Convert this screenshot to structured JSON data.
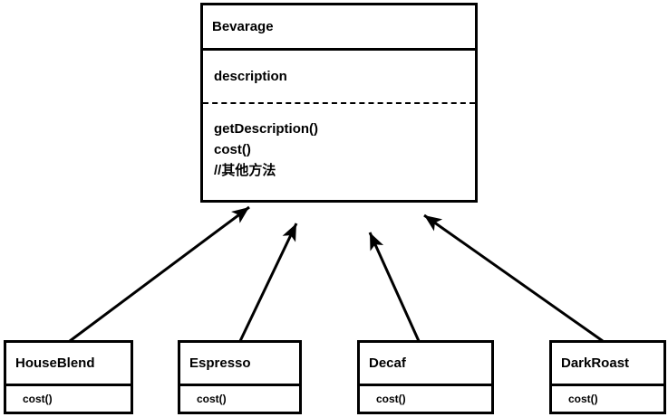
{
  "diagram": {
    "type": "uml-class-diagram",
    "colors": {
      "line": "#000000",
      "text": "#000000",
      "background": "#ffffff"
    },
    "parent": {
      "name": "Bevarage",
      "attributes": [
        "description"
      ],
      "methods": [
        "getDescription()",
        "cost()",
        "//其他方法"
      ]
    },
    "children": [
      {
        "name": "HouseBlend",
        "methods": [
          "cost()"
        ]
      },
      {
        "name": "Espresso",
        "methods": [
          "cost()"
        ]
      },
      {
        "name": "Decaf",
        "methods": [
          "cost()"
        ]
      },
      {
        "name": "DarkRoast",
        "methods": [
          "cost()"
        ]
      }
    ],
    "relations": [
      {
        "from": "HouseBlend",
        "to": "Bevarage",
        "type": "inheritance-arrow"
      },
      {
        "from": "Espresso",
        "to": "Bevarage",
        "type": "inheritance-arrow"
      },
      {
        "from": "Decaf",
        "to": "Bevarage",
        "type": "inheritance-arrow"
      },
      {
        "from": "DarkRoast",
        "to": "Bevarage",
        "type": "inheritance-arrow"
      }
    ]
  }
}
